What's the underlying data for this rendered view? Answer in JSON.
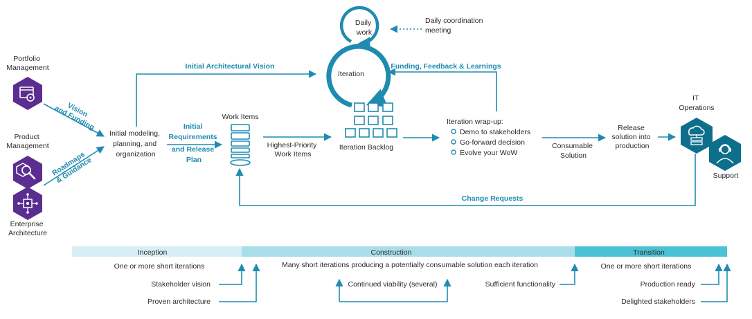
{
  "colors": {
    "accent": "#1f8bb0",
    "purple": "#5b2d90",
    "teal": "#0e6f8c",
    "inception_bar": "#d7eef5",
    "construction_bar": "#a9dde9",
    "transition_bar": "#4cc1d6"
  },
  "left_roles": {
    "portfolio": {
      "line1": "Portfolio",
      "line2": "Management",
      "icon": "portfolio-icon"
    },
    "product": {
      "line1": "Product",
      "line2": "Management",
      "icon": "magnifier-icon"
    },
    "enterprise": {
      "line1": "Enterprise",
      "line2": "Architecture",
      "icon": "network-icon"
    },
    "arrow1": {
      "line1": "Vision",
      "line2": "and Funding"
    },
    "arrow2": {
      "line1": "Roadmaps",
      "line2": "& Guidance"
    }
  },
  "initial_modeling": {
    "line1": "Initial modeling,",
    "line2": "planning, and",
    "line3": "organization"
  },
  "initial_vision": "Initial Architectural Vision",
  "initial_requirements": {
    "line1": "Initial",
    "line2": "Requirements",
    "line3": "and Release",
    "line4": "Plan"
  },
  "work_items": "Work Items",
  "highest_priority": {
    "line1": "Highest-Priority",
    "line2": "Work Items"
  },
  "daily": {
    "work_line1": "Daily",
    "work_line2": "work",
    "meeting_line1": "Daily coordination",
    "meeting_line2": "meeting"
  },
  "iteration": "Iteration",
  "iteration_backlog": "Iteration Backlog",
  "funding_feedback": "Funding, Feedback & Learnings",
  "wrapup": {
    "title": "Iteration wrap-up:",
    "items": [
      "Demo to stakeholders",
      "Go-forward decision",
      "Evolve your WoW"
    ]
  },
  "consumable": {
    "line1": "Consumable",
    "line2": "Solution"
  },
  "release": {
    "line1": "Release",
    "line2": "solution into",
    "line3": "production"
  },
  "it_operations": {
    "line1": "IT",
    "line2": "Operations",
    "icon": "cloud-server-icon"
  },
  "support": {
    "label": "Support",
    "icon": "headset-icon"
  },
  "change_requests": "Change Requests",
  "phases": {
    "inception": "Inception",
    "construction": "Construction",
    "transition": "Transition"
  },
  "inception": {
    "iterations": "One or more short iterations",
    "milestone1": "Stakeholder vision",
    "milestone2": "Proven architecture"
  },
  "construction": {
    "iterations": "Many short iterations producing a potentially consumable solution each iteration",
    "milestone1": "Continued viability (several)",
    "milestone2": "Sufficient functionality"
  },
  "transition": {
    "iterations": "One or more short iterations",
    "milestone1": "Production ready",
    "milestone2": "Delighted stakeholders"
  }
}
